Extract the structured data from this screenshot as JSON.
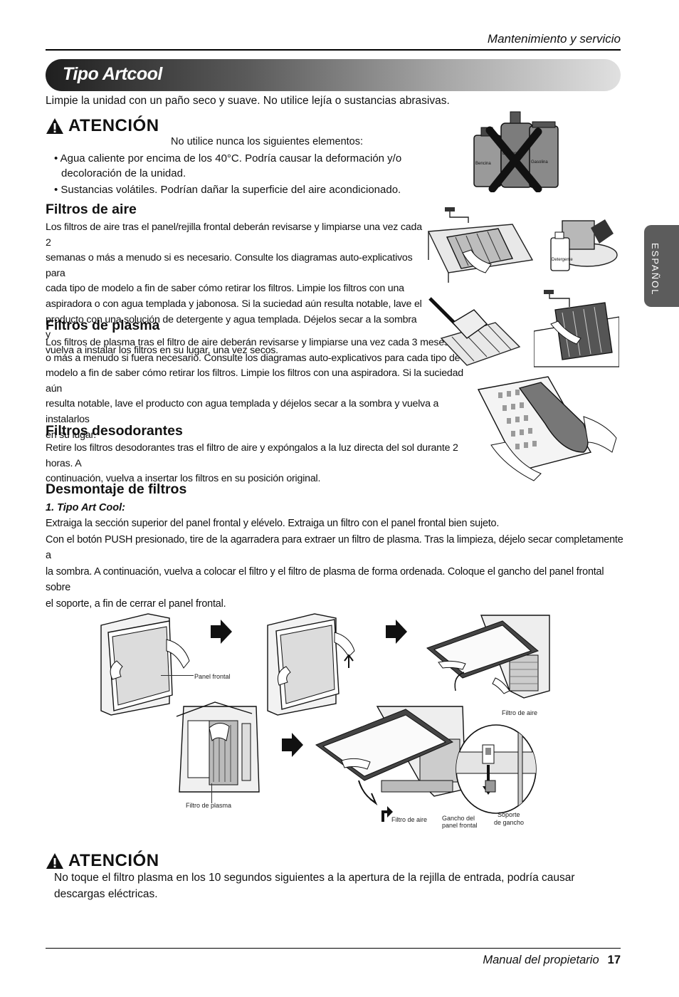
{
  "header": {
    "section": "Mantenimiento y servicio"
  },
  "title": "Tipo Artcool",
  "intro": "Limpie la unidad con un paño seco y suave. No utilice lejía o sustancias abrasivas.",
  "caution1": {
    "label": "ATENCIÓN",
    "lead": "No utilice nunca los siguientes elementos:",
    "bullet1_line1": "• Agua caliente por encima de los 40°C. Podría causar la deformación y/o",
    "bullet1_line2": "decoloración de la unidad.",
    "bullet2": "• Sustancias volátiles. Podrían dañar la superficie del aire acondicionado."
  },
  "bottles": {
    "labels": [
      "Bencina",
      "Diluyente",
      "Gasolina"
    ]
  },
  "side_tab": "ESPAÑOL",
  "air_filters": {
    "heading": "Filtros de aire",
    "lines": [
      "Los filtros de aire tras el panel/rejilla frontal deberán revisarse y limpiarse una vez cada 2",
      "semanas o más a menudo si es necesario. Consulte los diagramas auto-explicativos para",
      "cada tipo de modelo a fin de saber cómo retirar los filtros. Limpie los filtros con una",
      "aspiradora o con agua templada y jabonosa.  Si la suciedad aún resulta notable, lave el",
      "producto con una solución de detergente y agua templada. Déjelos secar a la sombra y",
      "vuelva a instalar los filtros en su lugar, una vez secos."
    ],
    "detergent_label": "Detergente"
  },
  "plasma_filters": {
    "heading": "Filtros de plasma",
    "lines": [
      "Los filtros de plasma tras el filtro de aire deberán revisarse y limpiarse una vez cada 3 meses",
      "o más a menudo si fuera necesario. Consulte los diagramas auto-explicativos para cada tipo de",
      "modelo a fin de saber cómo retirar los filtros. Limpie los filtros con una aspiradora. Si la suciedad aún",
      "resulta notable, lave el producto con agua templada y déjelos secar a la sombra y vuelva a instalarlos",
      "en su lugar."
    ]
  },
  "deodorizing_filters": {
    "heading": "Filtros desodorantes",
    "lines": [
      "Retire los filtros desodorantes tras el filtro de aire y expóngalos a la luz directa del sol durante 2 horas.  A",
      "continuación, vuelva a insertar los filtros en su posición original."
    ]
  },
  "removal": {
    "heading": "Desmontaje de filtros",
    "subheading": "1. Tipo Art Cool:",
    "lines": [
      "Extraiga la sección superior del panel frontal y elévelo. Extraiga un filtro con el panel frontal bien sujeto.",
      "Con el botón PUSH presionado, tire de la agarradera para extraer un filtro de plasma. Tras la limpieza, déjelo secar completamente a",
      "la sombra. A continuación, vuelva a colocar el filtro y el filtro de plasma de forma ordenada. Coloque el gancho del panel frontal sobre",
      "el soporte, a fin de cerrar el panel frontal."
    ]
  },
  "diagram_captions": {
    "panel_frontal": "Panel frontal",
    "filtro_de_aire_top": "Filtro de aire",
    "filtro_de_plasma": "Filtro de plasma",
    "filtro_de_aire_bottom": "Filtro de aire",
    "gancho_line1": "Gancho del",
    "gancho_line2": "panel frontal",
    "soporte_line1": "Soporte",
    "soporte_line2": "de gancho"
  },
  "caution2": {
    "label": "ATENCIÓN",
    "line1": "No toque el filtro plasma en los 10 segundos siguientes a la apertura de la rejilla de entrada, podría causar",
    "line2": "descargas eléctricas."
  },
  "footer": {
    "label": "Manual del propietario",
    "page": "17"
  }
}
